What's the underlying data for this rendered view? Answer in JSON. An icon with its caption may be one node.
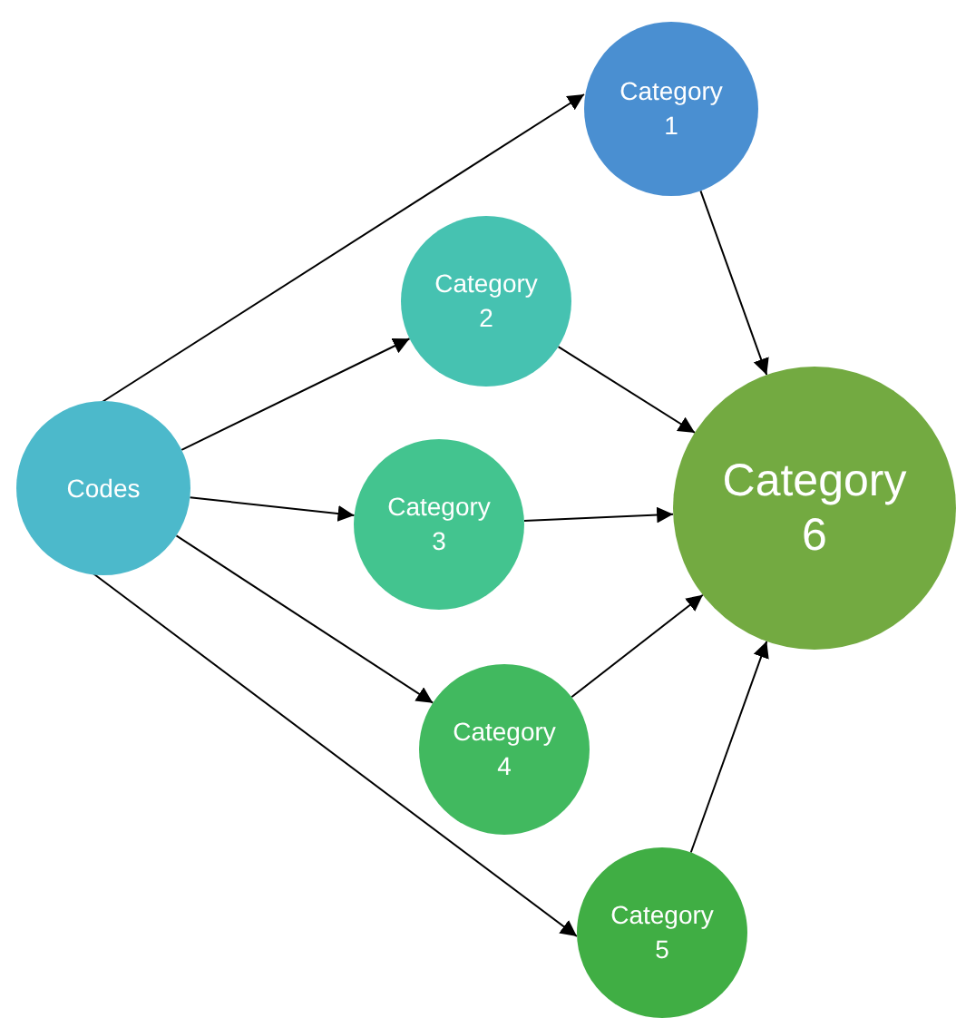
{
  "diagram": {
    "nodes": [
      {
        "text": [
          "Codes"
        ]
      },
      {
        "text": [
          "Category 1"
        ]
      },
      {
        "text": [
          "Category 2"
        ]
      },
      {
        "text": [
          "Category 3"
        ]
      },
      {
        "text": [
          "Category 4"
        ]
      },
      {
        "text": [
          "Category 5"
        ]
      },
      {
        "text": [
          "Category 6"
        ]
      }
    ],
    "edges": [
      {
        "from": 0,
        "to": 1,
        "arrow": "to"
      },
      {
        "from": 0,
        "to": 2,
        "arrow": "to"
      },
      {
        "from": 0,
        "to": 3,
        "arrow": "to"
      },
      {
        "from": 0,
        "to": 4,
        "arrow": "to"
      },
      {
        "from": 0,
        "to": 5,
        "arrow": "to"
      },
      {
        "from": 1,
        "to": 6,
        "arrow": "to"
      },
      {
        "from": 2,
        "to": 6,
        "arrow": "to"
      },
      {
        "from": 3,
        "to": 6,
        "arrow": "to"
      },
      {
        "from": 4,
        "to": 6,
        "arrow": "to"
      },
      {
        "from": 5,
        "to": 6,
        "arrow": "to"
      }
    ]
  }
}
